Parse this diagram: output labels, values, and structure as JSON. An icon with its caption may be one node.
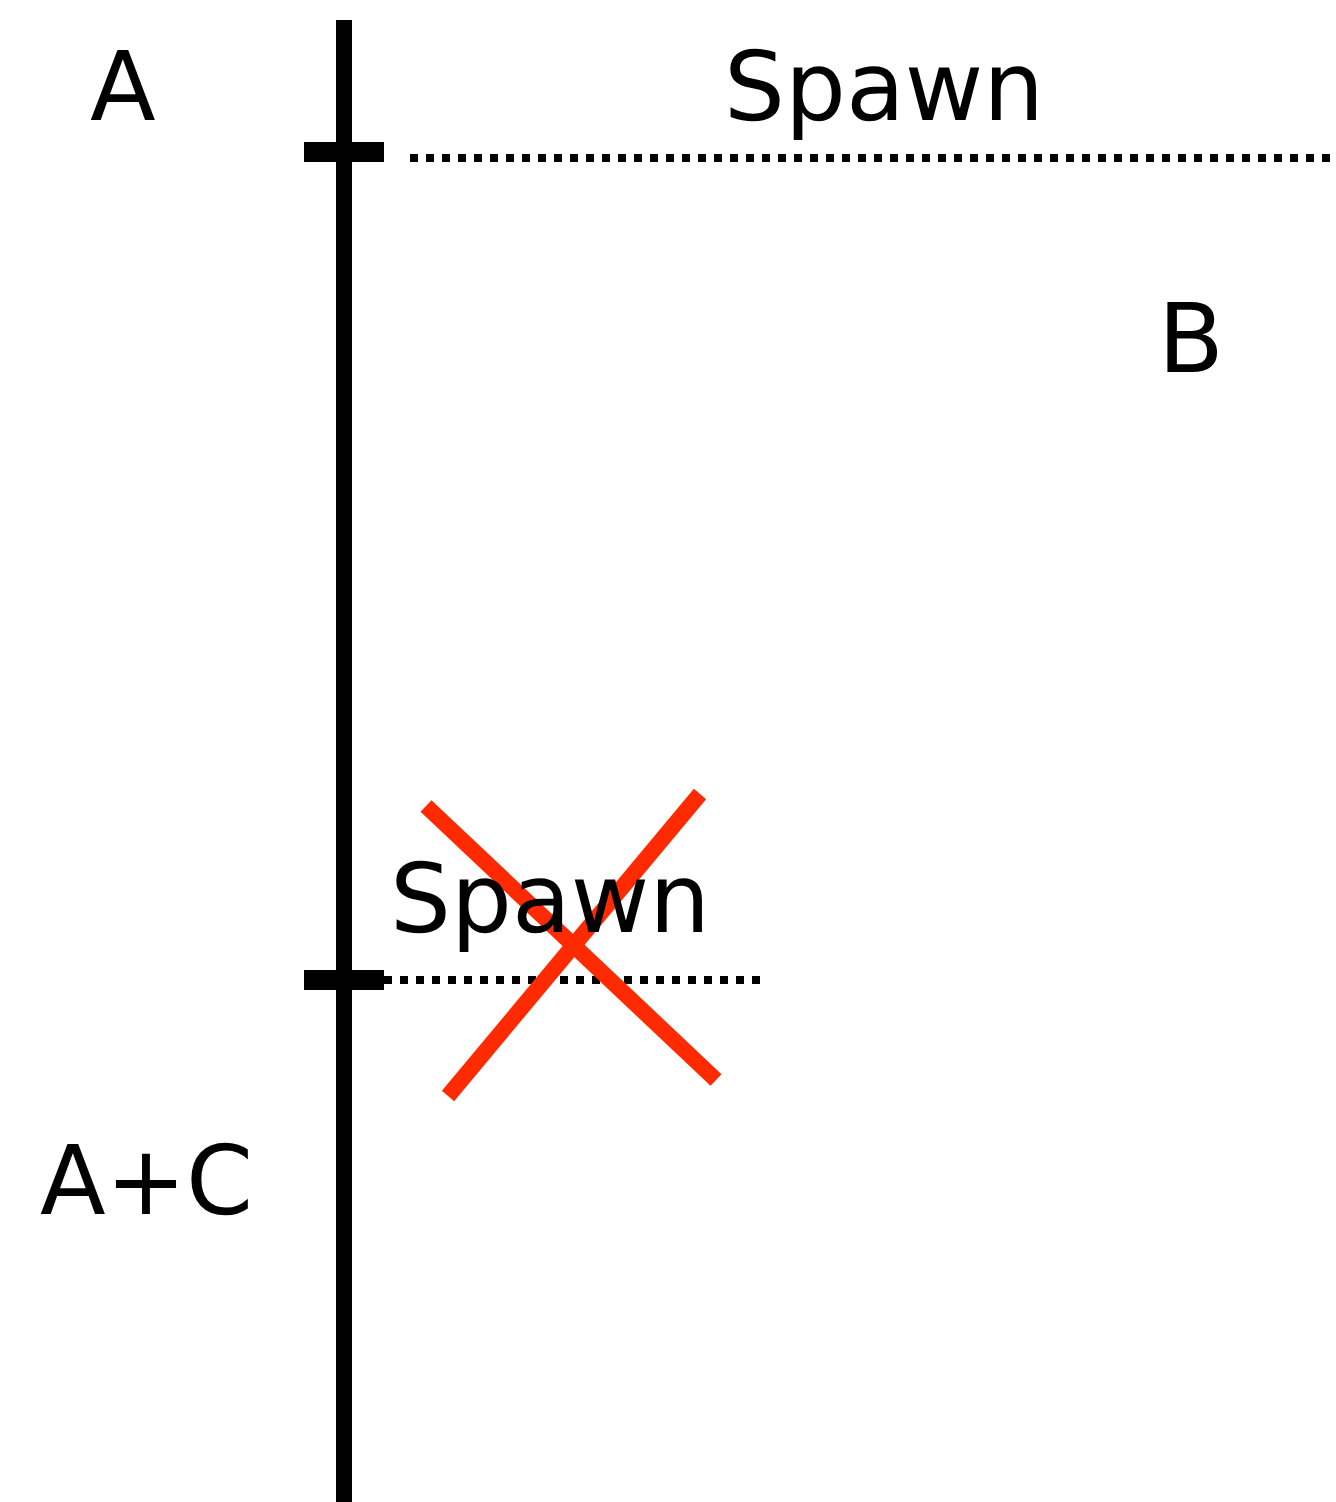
{
  "diagram": {
    "labels": [
      "A",
      "Spawn",
      "B",
      "Spawn",
      "A+C"
    ]
  }
}
